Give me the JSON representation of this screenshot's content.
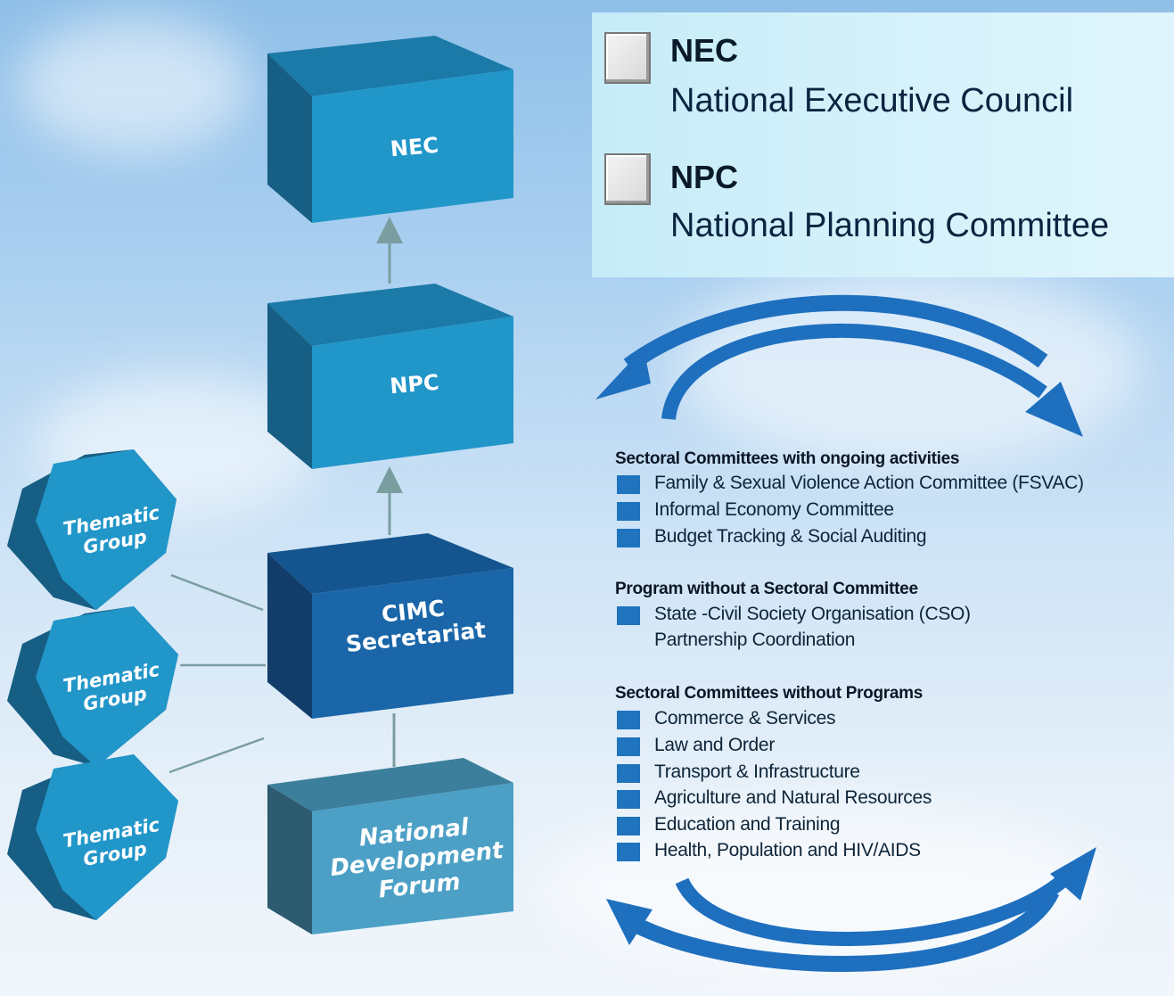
{
  "boxes": {
    "nec": "NEC",
    "npc": "NPC",
    "cimc_line1": "CIMC",
    "cimc_line2": "Secretariat",
    "ndf_line1": "National",
    "ndf_line2": "Development",
    "ndf_line3": "Forum"
  },
  "thematic_groups": [
    {
      "line1": "Thematic",
      "line2": "Group"
    },
    {
      "line1": "Thematic",
      "line2": "Group"
    },
    {
      "line1": "Thematic",
      "line2": "Group"
    }
  ],
  "legend": [
    {
      "abbr": "NEC",
      "full": "National Executive Council"
    },
    {
      "abbr": "NPC",
      "full": "National Planning Committee"
    }
  ],
  "sections": [
    {
      "title": "Sectoral Committees with ongoing activities",
      "items": [
        "Family & Sexual Violence Action Committee (FSVAC)",
        "Informal Economy Committee",
        "Budget Tracking & Social Auditing"
      ]
    },
    {
      "title": "Program without a Sectoral Committee",
      "items": [
        "State -Civil Society Organisation (CSO)"
      ],
      "continuation": "Partnership Coordination"
    },
    {
      "title": "Sectoral Committees without Programs",
      "items": [
        "Commerce & Services",
        "Law and Order",
        "Transport & Infrastructure",
        "Agriculture and Natural Resources",
        "Education and Training",
        "Health, Population and HIV/AIDS"
      ]
    }
  ],
  "colors": {
    "box_front": "#2196c9",
    "box_side": "#175e84",
    "box_top": "#1b7aa8",
    "cimc_front": "#1a66a8",
    "ndf_front": "#4ca0c6",
    "arrow_blue": "#1f6fbf",
    "connector": "#7a9ea0",
    "bullet": "#1f74bd"
  }
}
